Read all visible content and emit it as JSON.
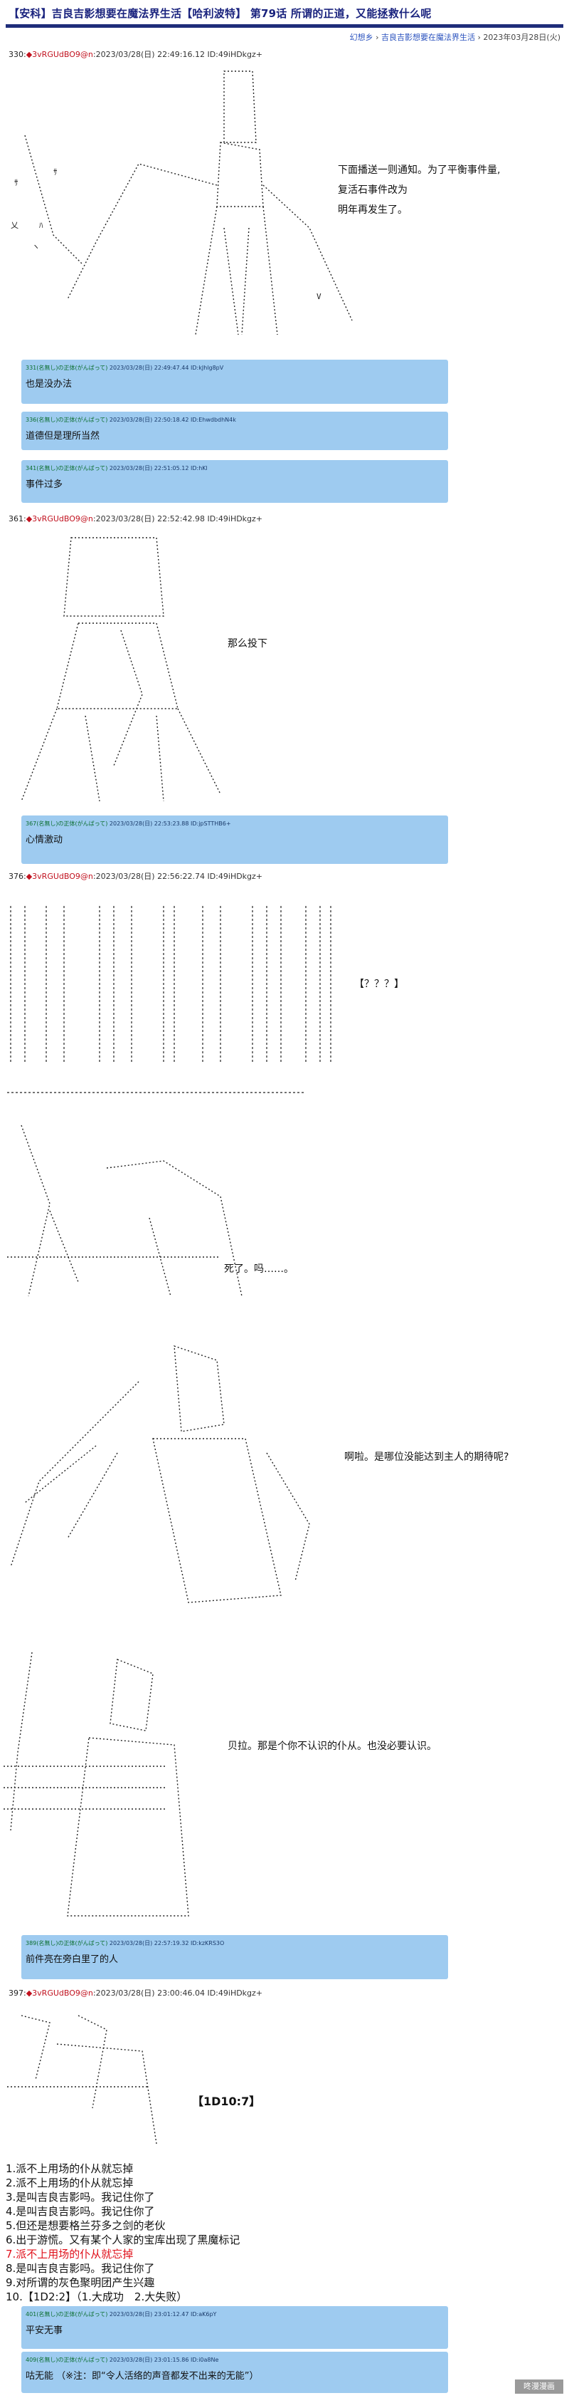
{
  "header": {
    "title": "【安科】吉良吉影想要在魔法界生活【哈利波特】 第79话 所谓的正道，又能拯救什么呢",
    "breadcrumb": [
      "幻想乡",
      "吉良吉影想要在魔法界生活",
      "2023年03月28日(火)"
    ],
    "breadcrumb_sep": "›"
  },
  "posts": [
    {
      "num": "330",
      "name": "◆3vRGUdBO9@n",
      "date": "2023/03/28(日) 22:49:16.12 ID:49iHDkgz+"
    },
    {
      "num": "361",
      "name": "◆3vRGUdBO9@n",
      "date": "2023/03/28(日) 22:52:42.98 ID:49iHDkgz+"
    },
    {
      "num": "376",
      "name": "◆3vRGUdBO9@n",
      "date": "2023/03/28(日) 22:56:22.74 ID:49iHDkgz+"
    },
    {
      "num": "397",
      "name": "◆3vRGUdBO9@n",
      "date": "2023/03/28(日) 23:00:46.04 ID:49iHDkgz+"
    }
  ],
  "replies": [
    {
      "head": "331(名無し)の正体(がんばって)",
      "date": "2023/03/28(日) 22:49:47.44 ID:kJhlg8pV",
      "body": "也是没办法"
    },
    {
      "head": "336(名無し)の正体(がんばって)",
      "date": "2023/03/28(日) 22:50:18.42 ID:EhwdbdhN4k",
      "body": "道德但是理所当然"
    },
    {
      "head": "341(名無し)の正体(がんばって)",
      "date": "2023/03/28(日) 22:51:05.12 ID:hKl",
      "body": "事件过多"
    },
    {
      "head": "367(名無し)の正体(がんばって)",
      "date": "2023/03/28(日) 22:53:23.88 ID:jpSTTHB6+",
      "body": "心情激动"
    },
    {
      "head": "389(名無し)の正体(がんばって)",
      "date": "2023/03/28(日) 22:57:19.32 ID:kzKRS3O",
      "body": "前件亮在旁白里了的人"
    },
    {
      "head": "401(名無し)の正体(がんばって)",
      "date": "2023/03/28(日) 23:01:12.47 ID:aK6pY",
      "body": "平安无事"
    },
    {
      "head": "409(名無し)の正体(がんばって)",
      "date": "2023/03/28(日) 23:01:15.86 ID:i0a8Ne",
      "body": "咕无能 （※注：即“令人活络的声音都发不出来的无能”）"
    }
  ],
  "notes": {
    "n1": [
      "下面播送一则通知。为了平衡事件量,",
      "复活石事件改为",
      "明年再发生了。"
    ],
    "n2": "那么投下",
    "n3": "【？？？】",
    "n4": "死了。吗……。",
    "n5": "啊啦。是哪位没能达到主人的期待呢?",
    "n6": "贝拉。那是个你不认识的仆从。也没必要认识。"
  },
  "dice_result": "【1D10:7】",
  "choices": [
    {
      "text": "1.派不上用场的仆从就忘掉",
      "highlight": false
    },
    {
      "text": "2.派不上用场的仆从就忘掉",
      "highlight": false
    },
    {
      "text": "3.是叫吉良吉影吗。我记住你了",
      "highlight": false
    },
    {
      "text": "4.是叫吉良吉影吗。我记住你了",
      "highlight": false
    },
    {
      "text": "5.但还是想要格兰芬多之剑的老伙",
      "highlight": false
    },
    {
      "text": "6.出于游慌。又有某个人家的宝库出现了黑魔标记",
      "highlight": false
    },
    {
      "text": "7.派不上用场的仆从就忘掉",
      "highlight": true
    },
    {
      "text": "8.是叫吉良吉影吗。我记住你了",
      "highlight": false
    },
    {
      "text": "9.对所谓的灰色聚明团产生兴趣",
      "highlight": false
    },
    {
      "text": "10.【1D2:2】（1.大成功　2.大失败）",
      "highlight": false
    }
  ],
  "watermark": "咚漫漫画",
  "colors": {
    "accent": "#1f2d7a",
    "reply_bg": "#9ecbf0",
    "trip": "#c1121f",
    "highlight": "#e0101a"
  }
}
